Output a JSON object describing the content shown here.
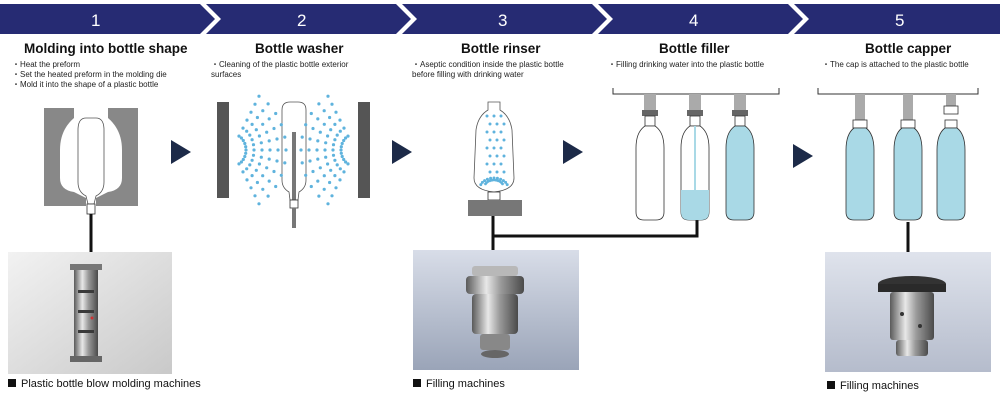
{
  "steps": [
    {
      "num": "1",
      "title": "Molding into bottle shape",
      "notes": [
        "・Heat the preform",
        "・Set the heated preform in the molding die",
        "・Mold it into the shape of a plastic bottle"
      ]
    },
    {
      "num": "2",
      "title": "Bottle washer",
      "notes": [
        "・Cleaning of the plastic bottle exterior",
        "surfaces"
      ]
    },
    {
      "num": "3",
      "title": "Bottle rinser",
      "notes": [
        "・Aseptic condition inside the plastic bottle",
        "before filling with drinking water"
      ]
    },
    {
      "num": "4",
      "title": "Bottle filler",
      "notes": [
        "・Filling drinking water into the plastic bottle"
      ]
    },
    {
      "num": "5",
      "title": "Bottle capper",
      "notes": [
        "・The cap is attached to the plastic bottle"
      ]
    }
  ],
  "captions": {
    "blow": "Plastic bottle blow molding machines",
    "filling1": "Filling machines",
    "filling2": "Filling machines"
  },
  "colors": {
    "banner": "#262b73",
    "water": "#a9d9e6",
    "mold": "#888888",
    "spray": "#5fb3dd"
  }
}
